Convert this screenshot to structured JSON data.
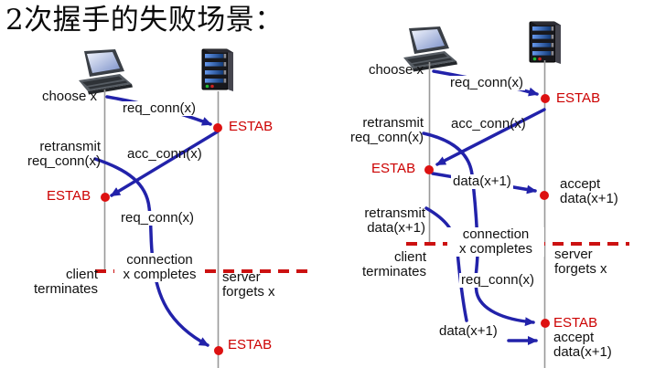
{
  "title": "2次握手的失败场景：",
  "colors": {
    "arrow_blue": "#2222aa",
    "accent_red": "#cc1111",
    "estab_red": "#cc0000",
    "timeline_gray": "#999999"
  },
  "icons": {
    "client": "laptop-icon",
    "server": "server-icon"
  },
  "left_diagram": {
    "choose_x": "choose x",
    "req_conn_first": "req_conn(x)",
    "estab_server": "ESTAB",
    "retransmit_l1": "retransmit",
    "retransmit_l2": "req_conn(x)",
    "acc_conn": "acc_conn(x)",
    "estab_client": "ESTAB",
    "req_conn_retrans": "req_conn(x)",
    "connection_l1": "connection",
    "connection_l2": "x completes",
    "client_l1": "client",
    "client_l2": "terminates",
    "server_l1": "server",
    "server_l2": "forgets x",
    "estab_late": "ESTAB"
  },
  "right_diagram": {
    "choose_x": "choose x",
    "req_conn_first": "req_conn(x)",
    "estab_server": "ESTAB",
    "retransmit_req_l1": "retransmit",
    "retransmit_req_l2": "req_conn(x)",
    "acc_conn": "acc_conn(x)",
    "estab_client": "ESTAB",
    "data_first": "data(x+1)",
    "accept_l1": "accept",
    "accept_l2": "data(x+1)",
    "retransmit_data_l1": "retransmit",
    "retransmit_data_l2": "data(x+1)",
    "connection_l1": "connection",
    "connection_l2": "x completes",
    "client_l1": "client",
    "client_l2": "terminates",
    "server_l1": "server",
    "server_l2": "forgets x",
    "req_conn_retrans": "req_conn(x)",
    "data_retrans": "data(x+1)",
    "estab_late": "ESTAB",
    "accept_late_l1": "accept",
    "accept_late_l2": "data(x+1)"
  }
}
